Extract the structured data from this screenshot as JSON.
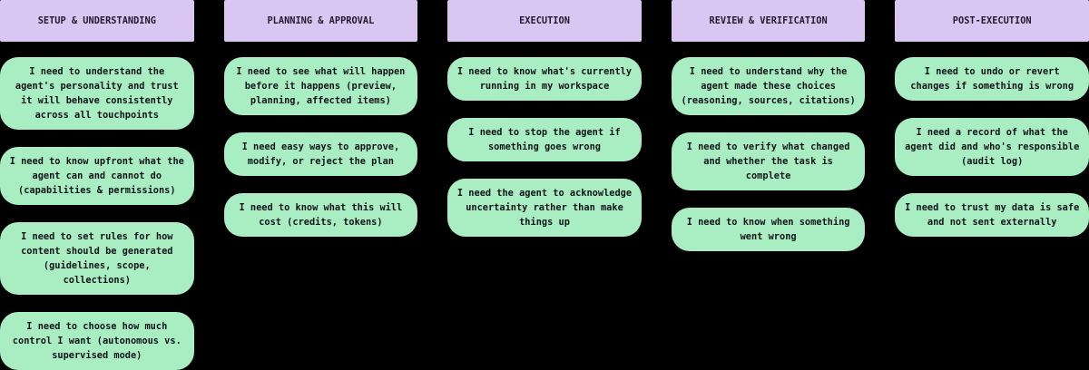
{
  "canvas": {
    "background": "#000000"
  },
  "theme": {
    "header_bg": "#d9c6f3",
    "header_text": "#231a2e",
    "card_bg": "#a9edc2",
    "card_text": "#0f1419"
  },
  "board": {
    "columns": [
      {
        "title": "SETUP & UNDERSTANDING",
        "cards": [
          "I need to understand the\nagent's personality and trust\nit will behave consistently\nacross all touchpoints",
          "I need to know upfront what the\nagent can and cannot do\n(capabilities & permissions)",
          "I need to set rules for how\ncontent should be generated\n(guidelines, scope,\ncollections)",
          "I need to choose how much\ncontrol I want (autonomous vs.\nsupervised mode)"
        ]
      },
      {
        "title": "PLANNING & APPROVAL",
        "cards": [
          "I need to see what will happen\nbefore it happens (preview,\nplanning, affected items)",
          "I need easy ways to approve,\nmodify, or reject the plan",
          "I need to know what this will\ncost (credits, tokens)"
        ]
      },
      {
        "title": "EXECUTION",
        "cards": [
          "I need to know what's currently\nrunning in my workspace",
          "I need to stop the agent if\nsomething goes wrong",
          "I need the agent to acknowledge\nuncertainty rather than make\nthings up"
        ]
      },
      {
        "title": "REVIEW & VERIFICATION",
        "cards": [
          "I need to understand why the\nagent made these choices\n(reasoning, sources, citations)",
          "I need to verify what changed\nand whether the task is\ncomplete",
          "I need to know when something\nwent wrong"
        ]
      },
      {
        "title": "POST-EXECUTION",
        "cards": [
          "I need to undo or revert\nchanges if something is wrong",
          "I need a record of what the\nagent did and who's responsible\n(audit log)",
          "I need to trust my data is safe\nand not sent externally"
        ]
      }
    ]
  }
}
